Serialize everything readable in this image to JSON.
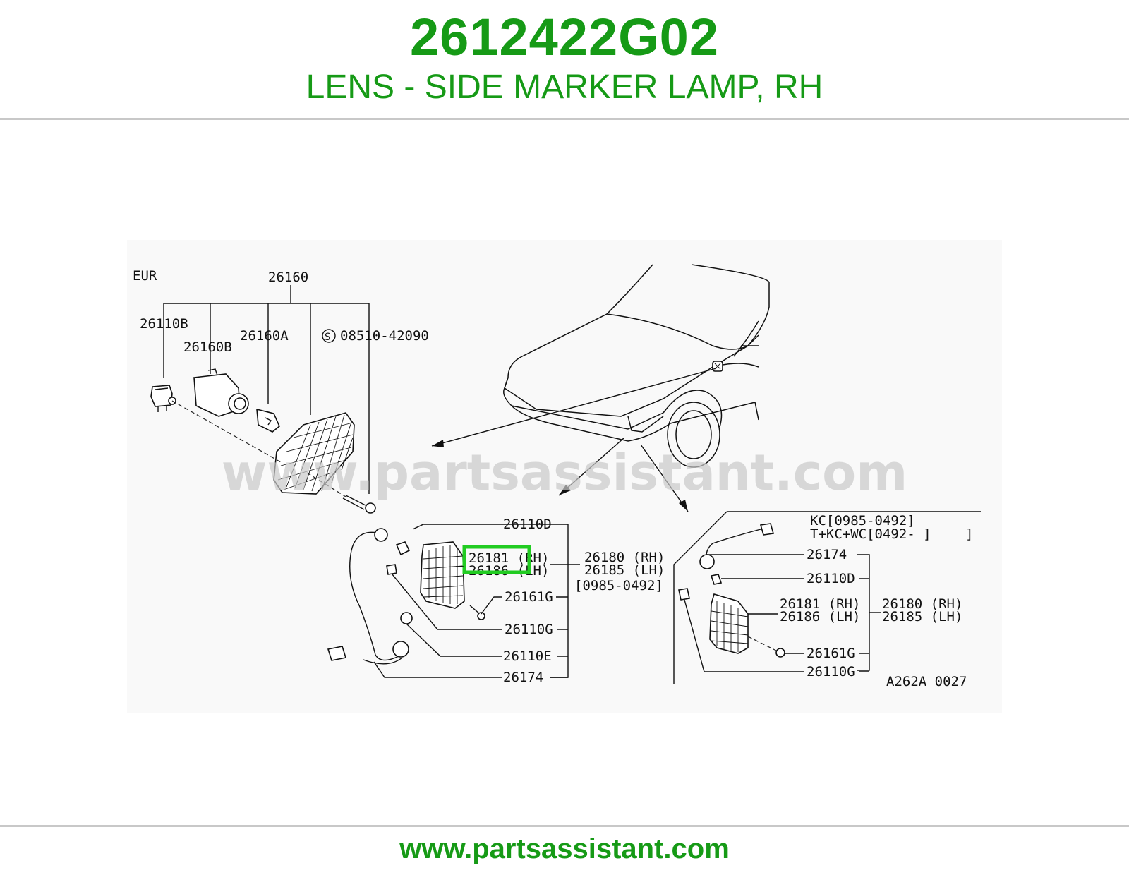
{
  "header": {
    "part_number": "2612422G02",
    "part_name": "LENS - SIDE MARKER LAMP, RH"
  },
  "footer": {
    "url": "www.partsassistant.com"
  },
  "diagram": {
    "watermark": "www.partsassistant.com",
    "region": "EUR",
    "eur_group": {
      "assembly": "26160",
      "socket": "26110B",
      "bulb_holder": "26160B",
      "bulb": "26160A",
      "screw": "08510-42090",
      "screw_symbol": "S"
    },
    "center_group": {
      "socket": "26110D",
      "lens_rh": "26181 (RH)",
      "lens_lh": "26186 (LH)",
      "assembly_rh": "26180 (RH)",
      "assembly_lh": "26185 (LH)",
      "date_range": "[0985-0492]",
      "screw": "26161G",
      "clip": "26110G",
      "bulb": "26110E",
      "harness": "26174"
    },
    "right_group": {
      "applicability_1": "KC[0985-0492]",
      "applicability_2": "T+KC+WC[0492-      ]",
      "harness": "26174",
      "socket": "26110D",
      "lens_rh": "26181 (RH)",
      "lens_lh": "26186 (LH)",
      "assembly_rh": "26180 (RH)",
      "assembly_lh": "26185 (LH)",
      "screw": "26161G",
      "clip": "26110G"
    },
    "figure_code": "A262A 0027"
  },
  "colors": {
    "brand_green": "#169a16",
    "highlight": "#22cc22"
  }
}
